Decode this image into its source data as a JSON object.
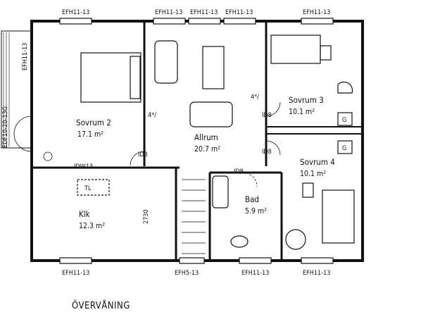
{
  "plan": {
    "title": "ÖVERVÅNING",
    "rooms": [
      {
        "id": "sovrum2",
        "name": "Sovrum 2",
        "area": "17.1 m²"
      },
      {
        "id": "allrum",
        "name": "Allrum",
        "area": "20.7 m²"
      },
      {
        "id": "sovrum3",
        "name": "Sovrum 3",
        "area": "10.1 m²"
      },
      {
        "id": "sovrum4",
        "name": "Sovrum 4",
        "area": "10.1 m²"
      },
      {
        "id": "klk",
        "name": "Klk",
        "area": "12.3 m²"
      },
      {
        "id": "bad",
        "name": "Bad",
        "area": "5.9 m²"
      }
    ],
    "window_labels": {
      "top_1": "EFH11-13",
      "top_2": "EFH11-13",
      "top_3": "EFH11-13",
      "top_4": "EFH11-13",
      "top_5": "EFH11-13",
      "left": "EFH11-13",
      "left_door": "EDF10-20-13G",
      "bottom_1": "EFH11-13",
      "bottom_2": "EFH5-13",
      "bottom_3": "EFH11-13",
      "bottom_4": "EFH11-13",
      "inner": "IDW13"
    },
    "door_labels": {
      "d1": "ID8",
      "d2": "ID8",
      "d3": "ID8",
      "d4": "ID8"
    },
    "notes": {
      "n1": "4*/",
      "n2": "4*/",
      "dimension": "2730",
      "tl": "TL",
      "g1": "G",
      "g2": "G"
    }
  }
}
